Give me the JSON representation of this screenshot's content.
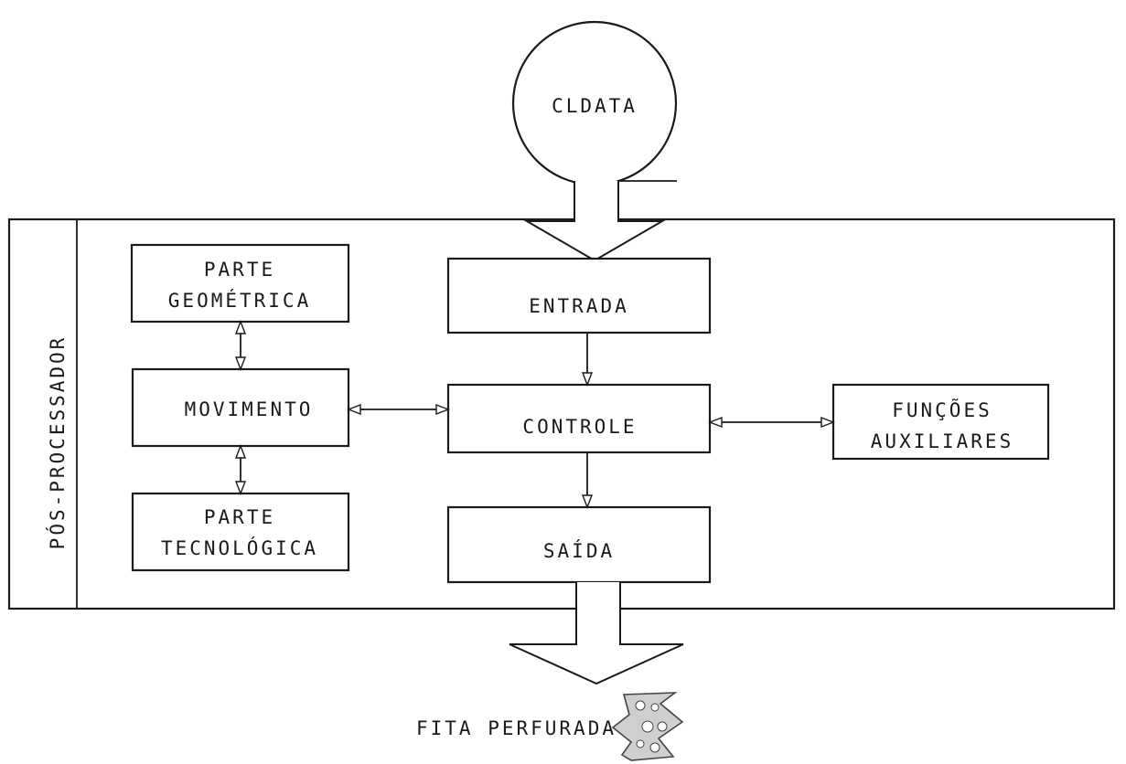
{
  "nodes": {
    "cldata": "CLDATA",
    "pos_processador": "PÓS-PROCESSADOR",
    "parte_geometrica": [
      "PARTE",
      "GEOMÉTRICA"
    ],
    "movimento": "MOVIMENTO",
    "parte_tecnologica": [
      "PARTE",
      "TECNOLÓGICA"
    ],
    "entrada": "ENTRADA",
    "controle": "CONTROLE",
    "saida": "SAÍDA",
    "funcoes_auxiliares": [
      "FUNÇÕES",
      "AUXILIARES"
    ],
    "fita_perfurada": "FITA PERFURADA"
  },
  "edges": [
    {
      "from": "cldata",
      "to": "entrada",
      "style": "hollow-arrow"
    },
    {
      "from": "entrada",
      "to": "controle",
      "style": "arrow"
    },
    {
      "from": "controle",
      "to": "saida",
      "style": "arrow"
    },
    {
      "from": "controle",
      "to": "movimento",
      "style": "bidirectional"
    },
    {
      "from": "controle",
      "to": "funcoes_auxiliares",
      "style": "bidirectional"
    },
    {
      "from": "movimento",
      "to": "parte_geometrica",
      "style": "bidirectional"
    },
    {
      "from": "movimento",
      "to": "parte_tecnologica",
      "style": "bidirectional"
    },
    {
      "from": "saida",
      "to": "fita_perfurada",
      "style": "hollow-arrow"
    }
  ]
}
